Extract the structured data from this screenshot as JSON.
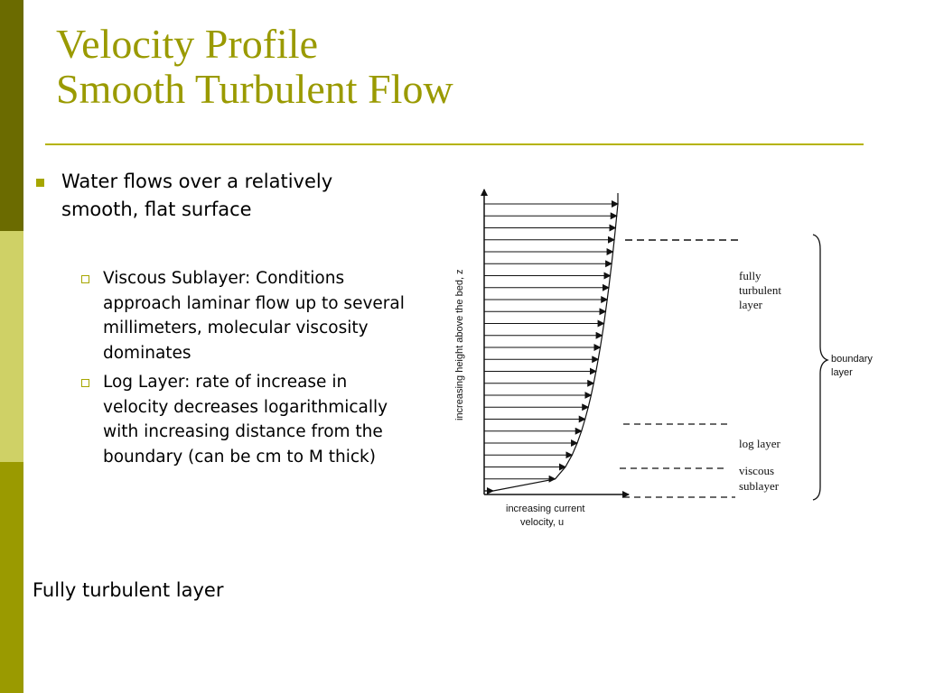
{
  "slide": {
    "title_line1": "Velocity Profile",
    "title_line2": "Smooth Turbulent Flow"
  },
  "bullets": {
    "main": "Water flows over a relatively smooth, flat surface",
    "sub": [
      "Viscous Sublayer: Conditions approach laminar flow up to several millimeters, molecular viscosity dominates",
      "Log Layer:  rate of increase in velocity decreases logarithmically with increasing distance from the boundary (can be cm to M thick)"
    ]
  },
  "footer_text": "Fully turbulent layer",
  "figure": {
    "y_axis_label": "increasing height above the bed, z",
    "x_axis_label_line1": "increasing current",
    "x_axis_label_line2": "velocity, u",
    "fully_turbulent_label": [
      "fully",
      "turbulent",
      "layer"
    ],
    "log_layer_label": "log layer",
    "viscous_label": [
      "viscous",
      "sublayer"
    ],
    "boundary_label": [
      "boundary",
      "layer"
    ]
  },
  "colors": {
    "sidebar_top": "#6b6b00",
    "sidebar_mid": "#cfd166",
    "sidebar_bottom": "#9a9a00",
    "title": "#9a9a00",
    "bullet": "#a6a600"
  }
}
